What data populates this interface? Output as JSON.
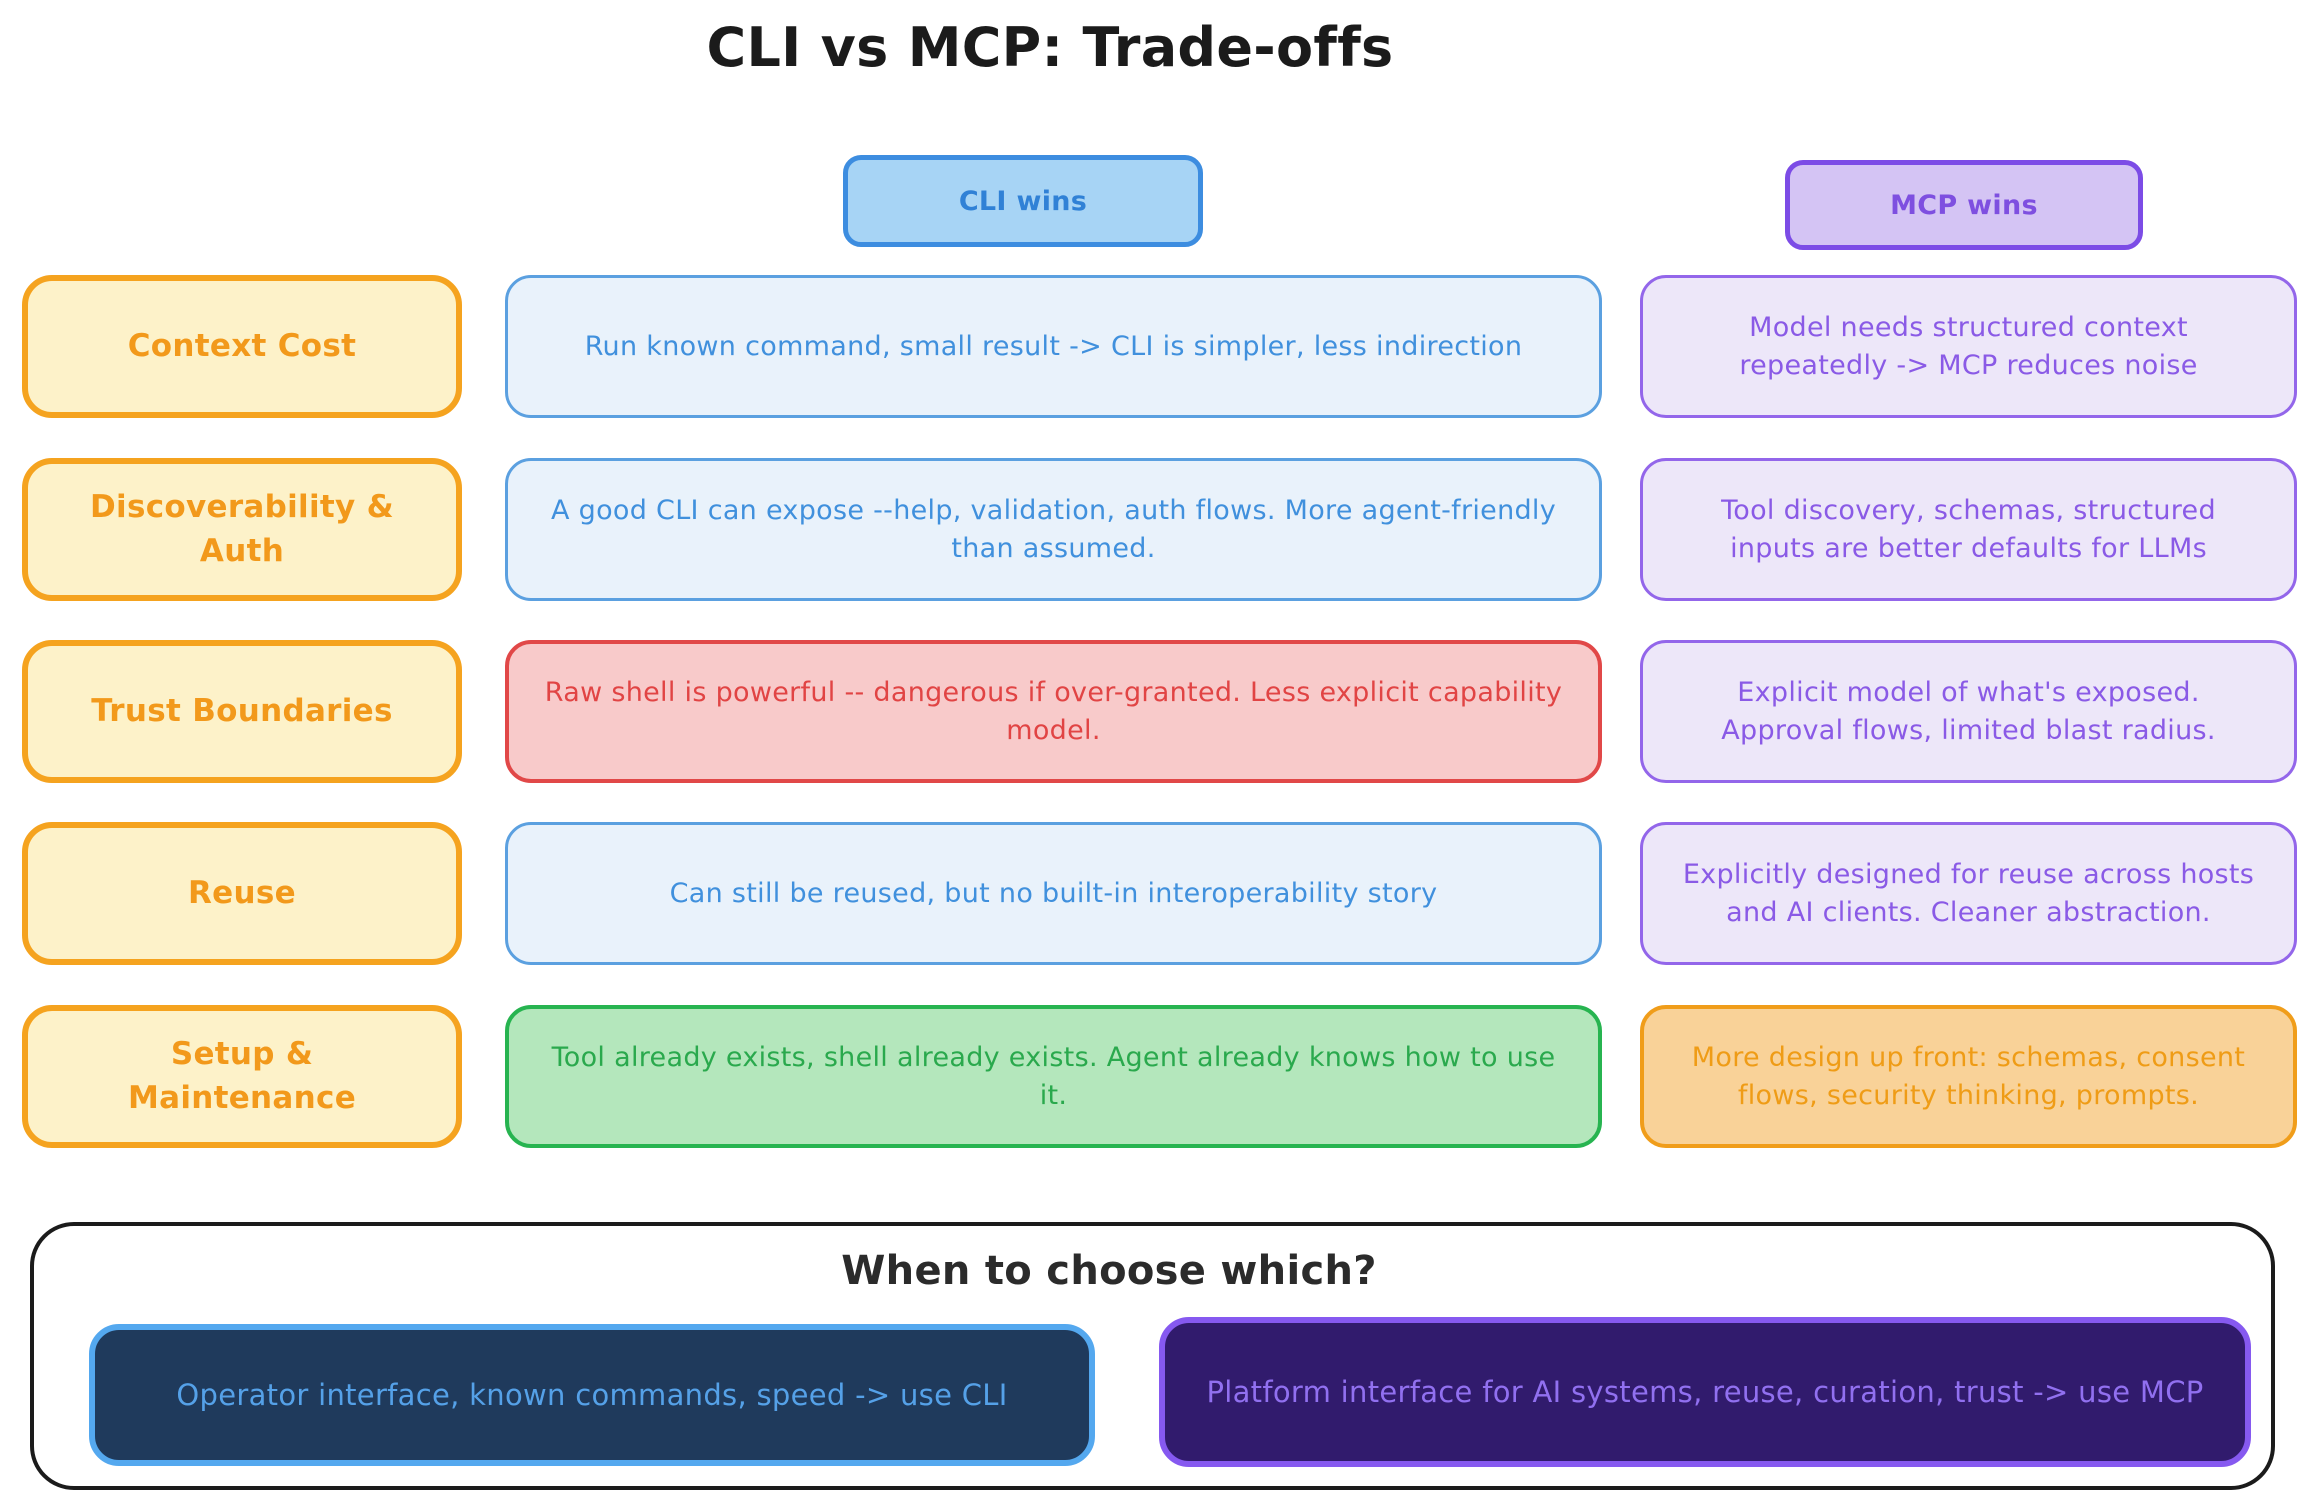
{
  "title": "CLI vs MCP: Trade-offs",
  "headers": {
    "cli": "CLI wins",
    "mcp": "MCP wins"
  },
  "rows": [
    {
      "category": "Context Cost",
      "cli": "Run known command, small result -> CLI is simpler, less indirection",
      "mcp": "Model needs structured context repeatedly -> MCP reduces noise"
    },
    {
      "category": "Discoverability & Auth",
      "cli": "A good CLI can expose --help, validation, auth flows. More agent-friendly than assumed.",
      "mcp": "Tool discovery, schemas, structured inputs are better defaults for LLMs"
    },
    {
      "category": "Trust Boundaries",
      "cli": "Raw shell is powerful -- dangerous if over-granted. Less explicit capability model.",
      "mcp": "Explicit model of what's exposed. Approval flows, limited blast radius."
    },
    {
      "category": "Reuse",
      "cli": "Can still be reused, but no built-in interoperability story",
      "mcp": "Explicitly designed for reuse across hosts and AI clients. Cleaner abstraction."
    },
    {
      "category": "Setup & Maintenance",
      "cli": "Tool already exists, shell already exists. Agent already knows how to use it.",
      "mcp": "More design up front: schemas, consent flows, security thinking, prompts."
    }
  ],
  "footer": {
    "title": "When to choose which?",
    "cli_choice": "Operator interface, known commands, speed -> use CLI",
    "mcp_choice": "Platform interface for AI systems, reuse, curation, trust -> use MCP"
  },
  "colors": {
    "category_fill": "#fdf2c9",
    "category_border": "#f5a31f",
    "category_text": "#f2991b",
    "cli_fill": "#e9f2fb",
    "cli_border": "#5ba0e0",
    "cli_text": "#4090dd",
    "cli_badge_fill": "#a7d4f5",
    "cli_badge_border": "#3d8de0",
    "cli_badge_text": "#3081d6",
    "mcp_fill": "#ede7f9",
    "mcp_border": "#9366ea",
    "mcp_text": "#8a5ae6",
    "mcp_badge_fill": "#d4c4f4",
    "mcp_badge_border": "#7c4ce6",
    "mcp_badge_text": "#7e4fe0",
    "danger_fill": "#f8caca",
    "danger_border": "#e14848",
    "danger_text": "#e14444",
    "success_fill": "#b4e7bc",
    "success_border": "#27b450",
    "success_text": "#2aa94d",
    "warning_fill": "#f9d298",
    "warning_border": "#f09d1a",
    "warning_text": "#ef9c16",
    "cli_dark_fill": "#1f3a5c",
    "cli_dark_border": "#54a8ef",
    "cli_dark_text": "#55a1e8",
    "mcp_dark_fill": "#311b6d",
    "mcp_dark_border": "#8659f0",
    "mcp_dark_text": "#9170f0"
  }
}
